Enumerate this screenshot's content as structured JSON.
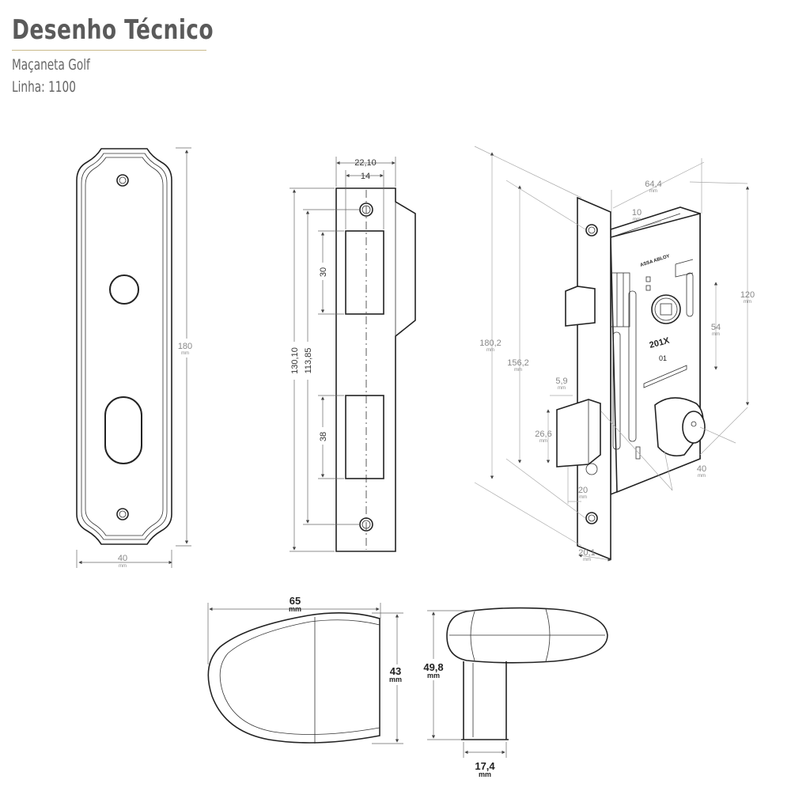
{
  "header": {
    "title": "Desenho Técnico",
    "product": "Maçaneta Golf",
    "line": "Linha: 1100"
  },
  "unit": "mm",
  "escutcheon": {
    "height": "180",
    "width": "40"
  },
  "strike_plate": {
    "overall_width": "22,10",
    "slot_width": "14",
    "height": "130,10",
    "hole_spacing": "113,85",
    "upper_slot": "30",
    "lower_slot": "38"
  },
  "lock_body": {
    "depth": "64,4",
    "backset_offset": "10",
    "body_height": "120",
    "center_distance": "54",
    "faceplate_height": "180,2",
    "screw_spacing": "156,2",
    "bolt_projection": "5,9",
    "bolt_height": "26,6",
    "bolt_offset": "20",
    "backset": "40",
    "faceplate_width": "20,1",
    "brand_text": "ASSA ABLOY",
    "model_text": "201X",
    "model_sub": "01"
  },
  "knob_top": {
    "length": "65",
    "width": "43"
  },
  "knob_side": {
    "height": "49,8",
    "stem_diameter": "17,4"
  }
}
